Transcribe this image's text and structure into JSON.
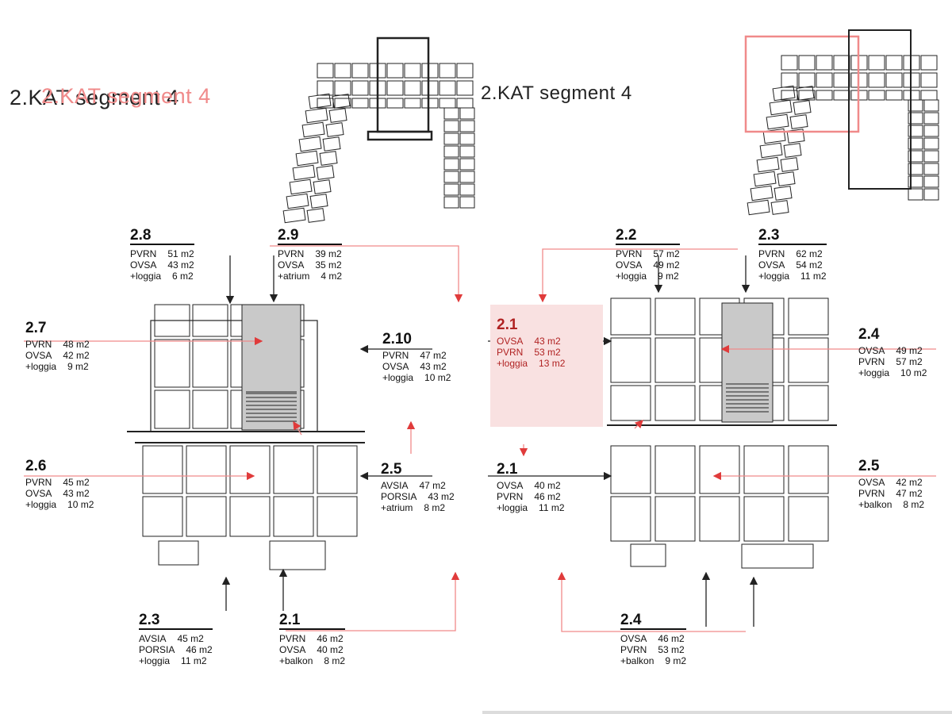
{
  "titles": {
    "left_dark": "2.KAT segment 4",
    "left_pink": "2.KAT segment 4",
    "middle_dark": "2.KAT segment 4"
  },
  "colors": {
    "pink": "#f08a8a",
    "red": "#e03b3b",
    "highlight_fill": "#f9e1e1",
    "unit_fill": "#c9c9c9",
    "line": "#222222"
  },
  "labels": [
    {
      "id": "2.8",
      "rows": [
        [
          "PVRN",
          "51 m2"
        ],
        [
          "OVSA",
          "43 m2"
        ],
        [
          "+loggia",
          "6 m2"
        ]
      ]
    },
    {
      "id": "2.9",
      "rows": [
        [
          "PVRN",
          "39 m2"
        ],
        [
          "OVSA",
          "35 m2"
        ],
        [
          "+atrium",
          "4 m2"
        ]
      ]
    },
    {
      "id": "2.7",
      "rows": [
        [
          "PVRN",
          "48 m2"
        ],
        [
          "OVSA",
          "42 m2"
        ],
        [
          "+loggia",
          "9 m2"
        ]
      ]
    },
    {
      "id": "2.10",
      "rows": [
        [
          "PVRN",
          "47 m2"
        ],
        [
          "OVSA",
          "43 m2"
        ],
        [
          "+loggia",
          "10 m2"
        ]
      ]
    },
    {
      "id": "2.6",
      "rows": [
        [
          "PVRN",
          "45 m2"
        ],
        [
          "OVSA",
          "43 m2"
        ],
        [
          "+loggia",
          "10 m2"
        ]
      ]
    },
    {
      "id": "2.5",
      "rows": [
        [
          "AVSIA",
          "47 m2"
        ],
        [
          "PORSIA",
          "43 m2"
        ],
        [
          "+atrium",
          "8 m2"
        ]
      ]
    },
    {
      "id": "2.3",
      "rows": [
        [
          "AVSIA",
          "45 m2"
        ],
        [
          "PORSIA",
          "46 m2"
        ],
        [
          "+loggia",
          "11 m2"
        ]
      ]
    },
    {
      "id": "2.1",
      "rows": [
        [
          "PVRN",
          "46 m2"
        ],
        [
          "OVSA",
          "40 m2"
        ],
        [
          "+balkon",
          "8 m2"
        ]
      ]
    },
    {
      "id": "2.2",
      "rows": [
        [
          "PVRN",
          "57 m2"
        ],
        [
          "OVSA",
          "49 m2"
        ],
        [
          "+loggia",
          "9 m2"
        ]
      ]
    },
    {
      "id": "2.3",
      "rows": [
        [
          "PVRN",
          "62 m2"
        ],
        [
          "OVSA",
          "54 m2"
        ],
        [
          "+loggia",
          "11 m2"
        ]
      ]
    },
    {
      "id": "2.1",
      "rows": [
        [
          "OVSA",
          "43 m2"
        ],
        [
          "PVRN",
          "53 m2"
        ],
        [
          "+loggia",
          "13 m2"
        ]
      ]
    },
    {
      "id": "2.4",
      "rows": [
        [
          "OVSA",
          "49 m2"
        ],
        [
          "PVRN",
          "57 m2"
        ],
        [
          "+loggia",
          "10 m2"
        ]
      ]
    },
    {
      "id": "2.5",
      "rows": [
        [
          "OVSA",
          "42 m2"
        ],
        [
          "PVRN",
          "47 m2"
        ],
        [
          "+balkon",
          "8 m2"
        ]
      ]
    },
    {
      "id": "2.1",
      "rows": [
        [
          "OVSA",
          "40 m2"
        ],
        [
          "PVRN",
          "46 m2"
        ],
        [
          "+loggia",
          "11 m2"
        ]
      ]
    },
    {
      "id": "2.4",
      "rows": [
        [
          "OVSA",
          "46 m2"
        ],
        [
          "PVRN",
          "53 m2"
        ],
        [
          "+balkon",
          "9 m2"
        ]
      ]
    }
  ]
}
